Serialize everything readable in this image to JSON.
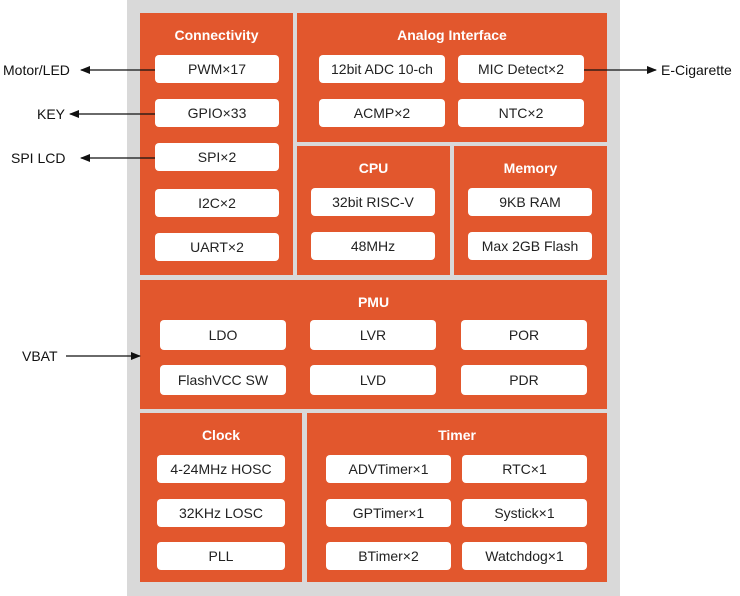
{
  "connectivity": {
    "title": "Connectivity",
    "items": [
      "PWM×17",
      "GPIO×33",
      "SPI×2",
      "I2C×2",
      "UART×2"
    ]
  },
  "analog": {
    "title": "Analog Interface",
    "items": [
      "12bit ADC 10-ch",
      "MIC Detect×2",
      "ACMP×2",
      "NTC×2"
    ]
  },
  "cpu": {
    "title": "CPU",
    "items": [
      "32bit RISC-V",
      "48MHz"
    ]
  },
  "memory": {
    "title": "Memory",
    "items": [
      "9KB RAM",
      "Max 2GB Flash"
    ]
  },
  "pmu": {
    "title": "PMU",
    "items": [
      "LDO",
      "LVR",
      "POR",
      "FlashVCC SW",
      "LVD",
      "PDR"
    ]
  },
  "clock": {
    "title": "Clock",
    "items": [
      "4-24MHz HOSC",
      "32KHz LOSC",
      "PLL"
    ]
  },
  "timer": {
    "title": "Timer",
    "items": [
      "ADVTimer×1",
      "RTC×1",
      "GPTimer×1",
      "Systick×1",
      "BTimer×2",
      "Watchdog×1"
    ]
  },
  "external": {
    "motor_led": "Motor/LED",
    "key": "KEY",
    "spi_lcd": "SPI LCD",
    "vbat": "VBAT",
    "e_cigarette": "E-Cigarette"
  },
  "colors": {
    "block": "#e2572d",
    "chip": "#d9d9d9",
    "item": "#ffffff"
  }
}
